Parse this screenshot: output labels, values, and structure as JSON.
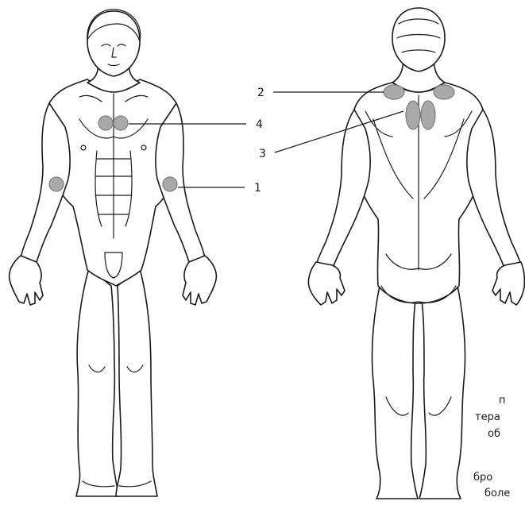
{
  "figure": {
    "callouts": [
      {
        "id": "1",
        "label": "1"
      },
      {
        "id": "2",
        "label": "2"
      },
      {
        "id": "3",
        "label": "3"
      },
      {
        "id": "4",
        "label": "4"
      }
    ],
    "clipped_text": [
      "п",
      "тера",
      "об",
      "бро",
      "боле"
    ],
    "colors": {
      "pad_fill": "#a9a9a9",
      "outline": "#1a1a1a",
      "background": "#ffffff"
    },
    "icons": {
      "front_view": "front-body-figure",
      "back_view": "back-body-figure"
    }
  }
}
